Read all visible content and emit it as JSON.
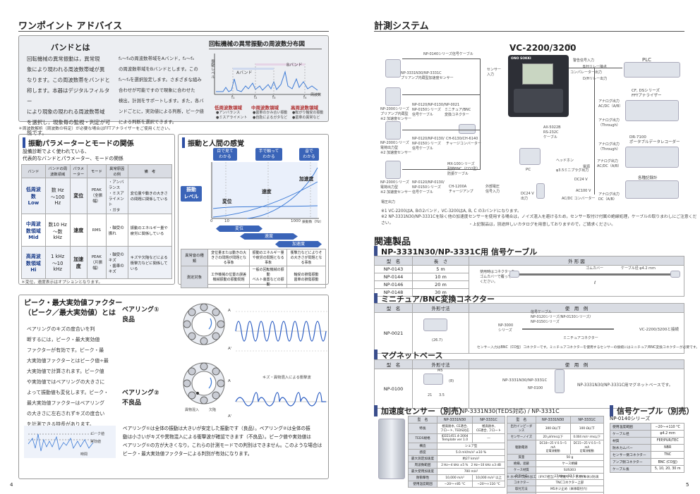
{
  "left": {
    "section_title": "ワンポイント アドバイス",
    "band": {
      "title": "バンドとは",
      "para1": [
        "回転機械の異常振動は，異常現",
        "象により現われる周波数帯域が異",
        "なります。この周波数帯をバンドと",
        "称します。本器はデジタルフィルター",
        "により現象の現われる周波数帯域",
        "を選択し，現象毎の監視・判定が可",
        "能です。"
      ],
      "para2": [
        "f₁〜f₃の周波数帯域をAバンド，f₂〜f₄",
        "の周波数帯域をBバンドとします。この",
        "f₁〜f₄を選択設定します。さまざまな組み",
        "合わせが可能ですので現象に合わせた",
        "検出，計測をサポートします。また，各バ",
        "ンドごとに，実効値による判断，ピーク値",
        "による判断を選択できます。"
      ],
      "chart_title": "回転機械の異常振動の周波数分布図",
      "chart_ylabel": "振動レベル",
      "chart_band_a": "Aバンド",
      "chart_band_b": "Bバンド",
      "chart_ticks": [
        "f₁",
        "f₂",
        "f₃",
        "f₄"
      ],
      "chart_xlabel": "周波数",
      "low_title": "低周波数領域",
      "low_items": [
        "●アンバランス",
        "●ミスアライメント"
      ],
      "mid_title": "中周波数領域",
      "mid_items": [
        "●歯車のかみ合い振動",
        "●自励によるガタなど"
      ],
      "high_title": "高周波数領域",
      "high_items": [
        "●転がり軸受の振動",
        "●歯車の異常など"
      ],
      "footnote": "＊周波数解析（周波数の特定）が必要な場合はFFTアナライザーをご使用ください。"
    },
    "vib": {
      "title": "振動パラメーターとモードの関係",
      "intro": [
        "設備診断でよく使われている、",
        "代表的なバンドとパラメーター、モードの関係"
      ],
      "headers": [
        "バンド",
        "バンドの周波数領域",
        "パラメーター",
        "モード",
        "異常原因の例",
        "備　考"
      ],
      "rows": [
        {
          "band": "低周波数\nLow",
          "range": "数 Hz\n〜100 Hz",
          "param": "変位",
          "mode": "PEAK\n（全振幅）",
          "cause": "・アンバランス\n・ミスアライメント\n・ガタ",
          "note": "変位量や動きの大きさの問題に関係している"
        },
        {
          "band": "中周波数領域\nMid",
          "range": "数10 Hz\n〜数 kHz",
          "param": "速度",
          "mode": "RMS",
          "cause": "・軸受の振れ",
          "note": "振動のエネルギー量や疲労に関係している"
        },
        {
          "band": "高周波数領域\nHi",
          "range": "1 kHz\n〜10 kHz",
          "param": "加速度",
          "mode": "PEAK\n（片振幅）",
          "cause": "・軸受のキズ\n・歯車のキズ",
          "note": "キズや欠陥などによる衝撃力などに関係している"
        }
      ],
      "footnote": "＊変位，速度表示はオプションとなります。"
    },
    "human": {
      "title": "振動と人間の感覚",
      "tags": [
        "目で見て\nわかる",
        "手で触って\nわかる",
        "音で\nわかる"
      ],
      "level_label": "振動\nレベル",
      "curve_labels": [
        "変位",
        "速度",
        "加速度"
      ],
      "x_ticks": [
        "0",
        "10",
        "1000"
      ],
      "x_unit": "振動数（Hz）",
      "arrows": [
        "変位",
        "速度",
        "加速度"
      ],
      "table_rows": [
        [
          "異常音の種類",
          "変位量または動きの大きさの問題が問題となる事象",
          "振動のエネルギー量や疲労の問題となる事象",
          "衝撃力などによりその大きさが問題となる事象"
        ],
        [
          "測定対象",
          "工作機械の位置の誤差\n機械振動の振動問題",
          "一般の回転機械の振動\nベルト装置などの振動",
          "軸受の損傷振動\n歯車の損傷振動"
        ]
      ]
    },
    "peak": {
      "title1": "ピーク・最大実効値ファクター",
      "title2": "（ピーク／最大実効値）とは",
      "para": [
        "ベアリングのキズの度合いを判",
        "断するには，ピーク・最大実効値",
        "ファクターが有効です。ピーク・最",
        "大実効値ファクターとはピーク値÷最",
        "大実効値で計算されます。ピーク値",
        "や実効値ではベアリングの大きさに",
        "よって振動値も変化します。ピーク・",
        "最大実効値ファクターはベアリング",
        "の大きさに左右されずキズの度合い",
        "を計測できる特長があります。"
      ],
      "wave_labels": [
        "ピーク値",
        "実効値",
        "時間"
      ],
      "bearing1": "ベアリング①",
      "bearing1_sub": "良品",
      "bearing2": "ベアリング②",
      "bearing2_sub": "不良品",
      "scratch": "キズ・異物混入による衝撃波",
      "inner": "異物混入",
      "outer": "欠陥",
      "wave_a": "A",
      "wave_a2": "A'",
      "bottom": [
        "ベアリング①は全体の振動は大きいが安定した振動です（良品）。ベアリング②は全体の振",
        "動は小さいがキズや異物混入による衝撃波が確認できます（不良品）。ピーク値や実効値は",
        "ベアリング①の方が大きくなり，これらの計測モードでの判別はできません。このような場合は",
        "ピーク・最大実効値ファクターによる判別が有効になります。"
      ]
    },
    "page_no": "4"
  },
  "right": {
    "section_title": "計測システム",
    "model": "VC-2200/3200",
    "model_sup": "※1",
    "brand": "ONO SOKKI",
    "sensors": [
      {
        "name": "NP-3331N30/NP-3331C\nプリアンプ内蔵型加速度センサー",
        "cable": "NP-0140シリーズ信号ケーブル"
      },
      {
        "name": "NP-2000シリーズ\nプリアンプ内蔵型\n※2 加速度センサー",
        "cable": "NP-0120/NP-0130/\nNP-0150シリーズ\n信号ケーブル",
        "conv": "NP-0021\nミニチュア/BNC\n変換コネクター"
      },
      {
        "name": "NP-2000シリーズ\n電荷出力型\n※2 加速度センサー",
        "cable": "NP-0120/NP-0130/\nNP-0150シリーズ\n信号ケーブル",
        "conv": "CH-6130/CH-6140\nチャージコンバーター"
      },
      {
        "name": "NP-2000シリーズ\n電荷出力型\n※2 加速度センサー",
        "cable": "NP-0120/NP-0130/\nNP-0150シリーズ\n信号ケーブル",
        "conv": "MX-100シリーズ\n耐熱BNC（CO2型）\n防振ケーブル"
      },
      {
        "name": "",
        "cable": "",
        "conv": "CH-1200A\nチャージアンプ"
      }
    ],
    "sensor_input": "センサー\n入力",
    "outputs": [
      "警告信号入力",
      "B/Hリレー接点",
      "コンパレーター出力",
      "D/Hリレー出力"
    ],
    "devices": {
      "plc": "PLC",
      "fft": "CF, DSシリーズ\nFFTアナライザー",
      "fft_in": "アナログ出力\nAC/DC（A/B）",
      "through1": "アナログ出力\n（Through）",
      "recorder": "DR-7100\nポータブルデータレコーダー",
      "through2": "アナログ出力\n（Through）",
      "meters": "各種記録計",
      "meters_in": "アナログ出力\nDC（A/B）",
      "pc": "PC",
      "phone": "ヘッドホン",
      "phone_jack": "φ3.5ミニプラグ出力",
      "rs": "AX-5022B\nRS-232C\nケーブル",
      "dc24": "DC24 V\n出力",
      "dc24v": "DC24 V",
      "power": "電源",
      "ac100": "AC100 V",
      "adapter": "AC/DC コンバーター",
      "ext": "外部電圧\n信号入力",
      "power_out": "電圧出力"
    },
    "notes": [
      "※1 VC-2200はA, Bの2バンド，VC-3200はA, B, C の3バンドになります。",
      "※2 NP-3331N30/NP-3331Cを除く他の加速度センサーを使用する場合は，ノイズ混入を避けるため，センサー取付け付属の絶縁処理，ケーブルの取りまわしにご注意ください。",
      "・上記製品は，別途詳しいカタログを用意しておりますので，ご請求ください。"
    ],
    "related_title": "関連製品",
    "cable": {
      "title": "NP-3331N30/NP-3331C用 信号ケーブル",
      "headers": [
        "型　名",
        "長　さ",
        "外 形 図"
      ],
      "rows": [
        [
          "NP-0143",
          "5 m"
        ],
        [
          "NP-0144",
          "10 m"
        ],
        [
          "NP-0146",
          "20 m"
        ],
        [
          "NP-0148",
          "30 m"
        ]
      ],
      "drawing_note": "使用時はコネクターを\nゴムカバーで覆って\nください。",
      "rubber": "ゴムカバー",
      "dia": "ケーブル径 φ4.2 mm",
      "len": "ℓ"
    },
    "bnc": {
      "title": "ミニチュア/BNC変換コネクター",
      "headers": [
        "型　名",
        "外形寸法",
        "使　用　例"
      ],
      "model": "NP-0021",
      "dim": "(26.7)",
      "use_cable": "信号ケーブル\nNP-0120シリーズ/NP-0130シリーズ/\nNP-0150シリーズ",
      "use_sensor": "NP-3000\nシリーズ",
      "use_conn": "ミニチュアコネクター",
      "use_dest": "VC-2200/3200と接続",
      "note": "センサー入力はBNC（CO型）コネクターです。ミニチュアコネクターを使用するセンサーの接続にはミニチュア/BNC変換コネクターが必要です。"
    },
    "mag": {
      "title": "マグネットベース",
      "headers": [
        "型　名",
        "外形寸法",
        "使　用　例"
      ],
      "model": "NP-0100",
      "dims": [
        "M5",
        "21",
        "3.5",
        "(8)"
      ],
      "use1": "NP-3331N30/NP-3331C",
      "use2": "NP-0100",
      "use_note": "NP-3331N30/NP-3331C用マグネットベースです。"
    },
    "accel": {
      "title": "加速度センサー（別売）",
      "sub": "NP-3331N30(TEDS対応) / NP-3331C",
      "headers": [
        "型　名",
        "NP-3331N30",
        "NP-3331C"
      ],
      "rows": [
        [
          "特長",
          "極高耐水, CE適合,\nフロート, TEDS対応",
          "極高耐水,\nCE適合, フロート"
        ],
        [
          "TEDS規格",
          "IEEE1451.4-2004\nTemplate ver 1.0",
          "―"
        ],
        [
          "構造",
          "シェア型",
          ""
        ],
        [
          "感度",
          "5.0 mV/m/s² ±10 %",
          ""
        ],
        [
          "最大測定加速度",
          "約27 km/s²",
          ""
        ],
        [
          "周波数範囲",
          "2 Hz〜4 kHz ±5 %　2 Hz〜10 kHz ±3 dB",
          ""
        ],
        [
          "最大使用加速度",
          "700 m/s²",
          ""
        ],
        [
          "耐衝撃性",
          "10,000 m/s²",
          "10,000 m/s² 以上"
        ],
        [
          "使用温度範囲",
          "−20〜+85 °C",
          "−20〜+110 °C"
        ]
      ],
      "rows2": [
        [
          "型　名",
          "NP-3331N30",
          "NP-3331C"
        ],
        [
          "出力インピーダンス",
          "300 Ω以下",
          "100 Ω以下"
        ],
        [
          "センサーノイズ",
          "20 μVrms以下",
          "0.004 m/s² rms以下"
        ],
        [
          "駆動電源",
          "DC18〜25 V 0.5〜5 mA\n定電流駆動",
          "DC15〜25 V 0.5〜5 mA\n定電流駆動"
        ],
        [
          "質量",
          "50 g",
          ""
        ],
        [
          "絶縁，遮蔽",
          "ケース絶縁",
          ""
        ],
        [
          "ケース材質",
          "SUS303",
          ""
        ],
        [
          "外形寸法",
          "17 Hex×37.5 H mm",
          ""
        ],
        [
          "コネクター",
          "TNCコネクター上部",
          ""
        ],
        [
          "取付方法",
          "M5ネジ止め（本体取付穴）",
          ""
        ]
      ],
      "footnote": "※ 水中にて防水加工（IPX7相当）が可能です。形状(本体)/防滴"
    },
    "sigcable": {
      "title": "信号ケーブル（別売）",
      "sub": "NP-0140シリーズ",
      "rows": [
        [
          "使用温度範囲",
          "−20〜+110 °C"
        ],
        [
          "ケーブル径",
          "φ4.2 mm"
        ],
        [
          "材質",
          "FEP/PUR/TEC"
        ],
        [
          "防水カムバー",
          "NBR"
        ],
        [
          "センサー側コネクター",
          "TNC"
        ],
        [
          "アンプ側コネクター",
          "BNC (CO型)"
        ],
        [
          "ケーブル長",
          "5, 10, 20, 30 m"
        ]
      ]
    },
    "page_no": "5"
  }
}
